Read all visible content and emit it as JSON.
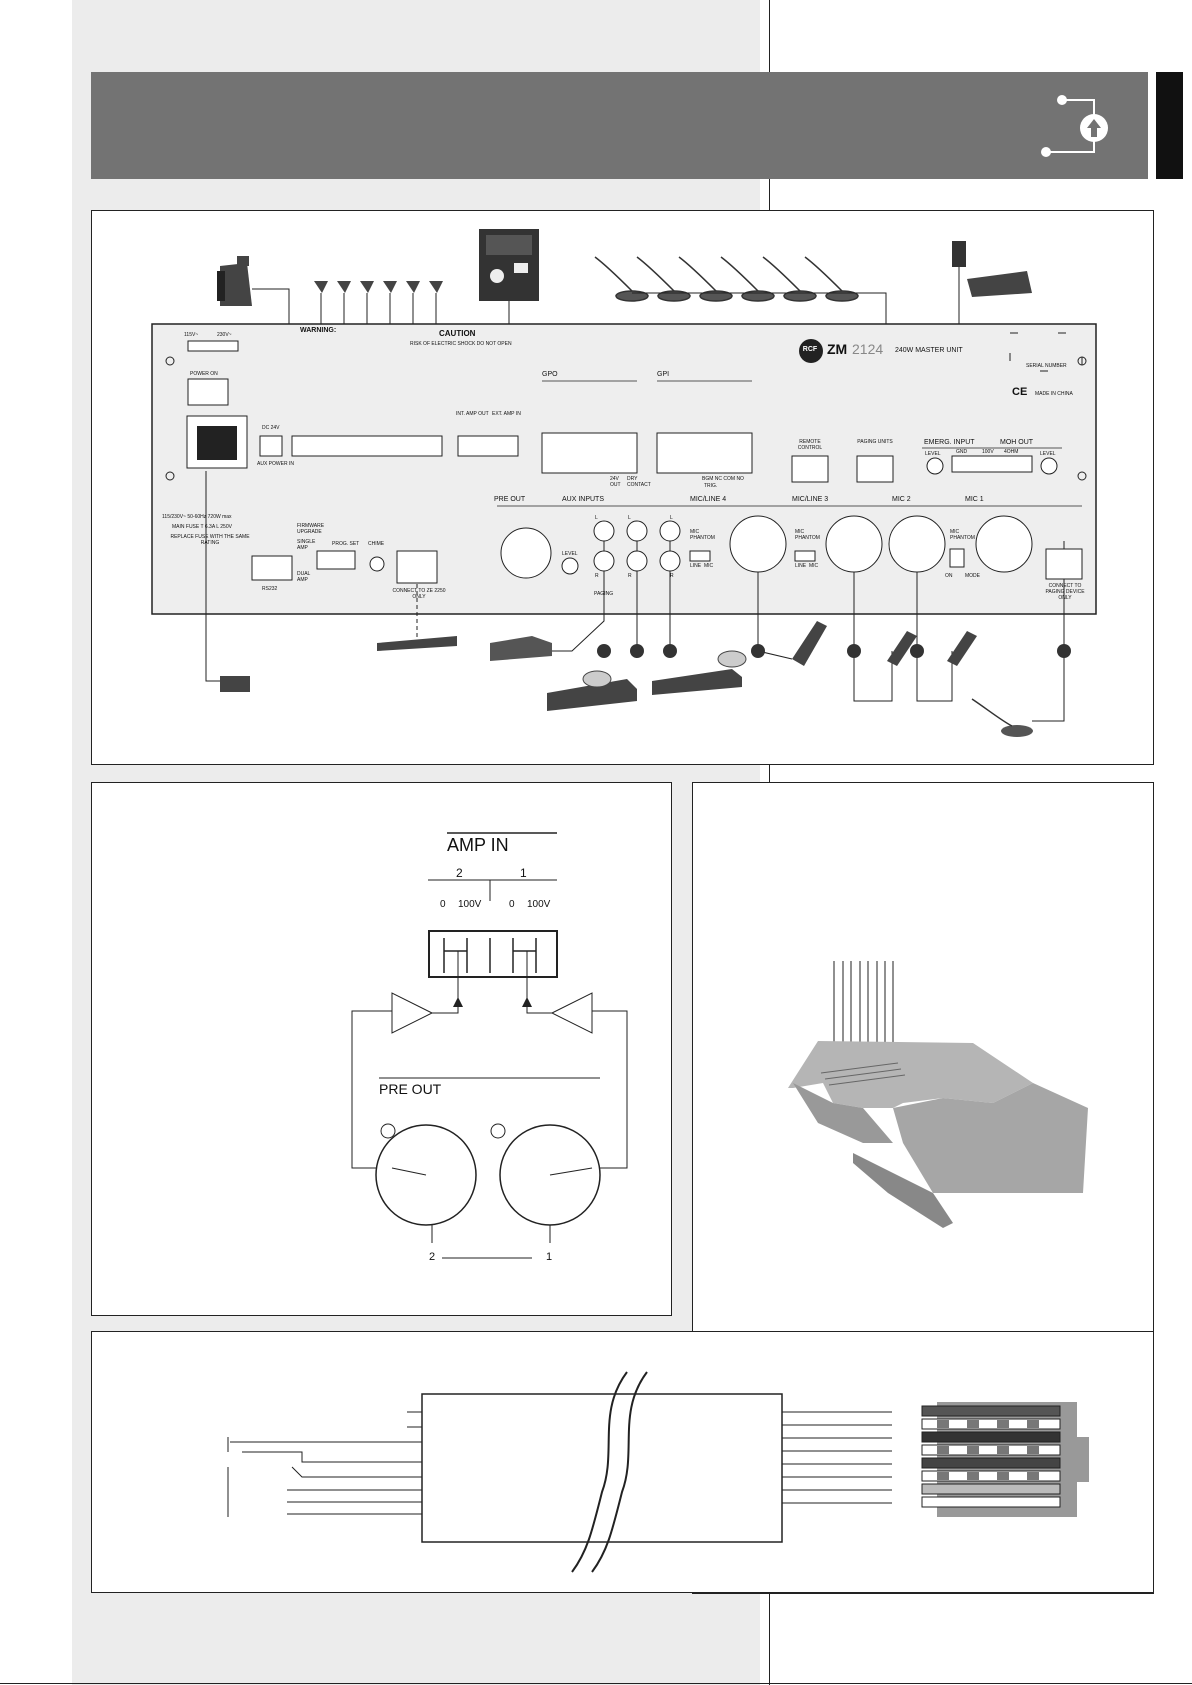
{
  "rear_panel": {
    "brand": "RCF",
    "model": "ZM",
    "model_number": "2124",
    "unit_name": "240W MASTER UNIT",
    "serial_number": "SERIAL NUMBER",
    "made_in": "MADE IN CHINA",
    "ce_mark": "CE",
    "voltage_115": "115V~",
    "voltage_230": "230V~",
    "power_on": "POWER ON",
    "warning_title": "WARNING:",
    "caution_title": "CAUTION",
    "caution_text": "RISK OF ELECTRIC SHOCK DO NOT OPEN",
    "dc_24v": "DC 24V",
    "aux_power": "AUX POWER IN",
    "int_amp_out": "INT. AMP OUT",
    "ext_amp_in": "EXT. AMP IN",
    "mains_rating": "115/230V~ 50-60Hz 720W max",
    "main_fuse": "MAIN FUSE T 6.3A L 250V",
    "replace_fuse": "REPLACE FUSE WITH THE SAME RATING",
    "firmware": "FIRMWARE UPGRADE",
    "single_amp": "SINGLE AMP",
    "dual_amp": "DUAL AMP",
    "prog_set": "PROG. SET",
    "chime": "CHIME",
    "rs232": "RS232",
    "connect_ze": "CONNECT TO ZE 2250 ONLY",
    "gpo": "GPO",
    "gpi": "GPI",
    "out_24v": "24V OUT",
    "dry_contact": "DRY CONTACT",
    "bgm_nc_com_no": "BGM NC COM NO",
    "trig": "TRIG.",
    "remote_control": "REMOTE CONTROL",
    "paging_units": "PAGING UNITS",
    "emerg_input": "EMERG. INPUT",
    "moh_out": "MOH OUT",
    "level": "LEVEL",
    "pre_out": "PRE OUT",
    "aux_inputs": "AUX INPUTS",
    "paging": "PAGING",
    "mic_line_4": "MIC/LINE 4",
    "mic_line_3": "MIC/LINE 3",
    "mic_2": "MIC 2",
    "mic_1": "MIC 1",
    "mic_phantom": "MIC PHANTOM",
    "line": "LINE",
    "mic": "MIC",
    "mode": "MODE",
    "on": "ON",
    "connect_paging": "CONNECT TO PAGING DEVICE ONLY",
    "l": "L",
    "r": "R",
    "gnd": "GND",
    "v100": "100V",
    "ohm4": "4OHM"
  },
  "amp_diagram": {
    "amp_in": "AMP IN",
    "ch2": "2",
    "ch1": "1",
    "t0": "0",
    "t100": "100V",
    "pre_out": "PRE OUT",
    "out2": "2",
    "out1": "1"
  }
}
